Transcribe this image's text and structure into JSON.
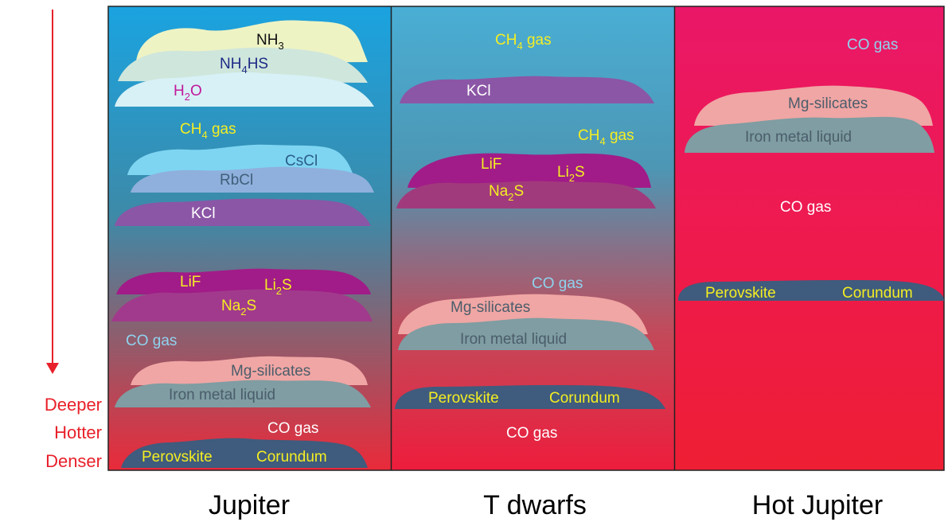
{
  "side": {
    "lines": [
      "Deeper",
      "Hotter",
      "Denser"
    ],
    "color": "#e8202a"
  },
  "columns": [
    {
      "name": "Jupiter",
      "layers": [
        {
          "id": "nh3",
          "color": "#eef3c4",
          "labels": [
            {
              "base": "NH",
              "sub": "3",
              "rest": "",
              "color": "#111111"
            }
          ]
        },
        {
          "id": "nh4hs",
          "color": "#cfe6dc",
          "labels": [
            {
              "base": "NH",
              "sub": "4",
              "rest": "HS",
              "color": "#1d2a86"
            }
          ]
        },
        {
          "id": "h2o",
          "color": "#d7f1f6",
          "labels": [
            {
              "base": "H",
              "sub": "2",
              "rest": "O",
              "color": "#c2189a"
            }
          ]
        },
        {
          "id": "ch4",
          "labels": [
            {
              "base": "CH",
              "sub": "4",
              "rest": " gas",
              "color": "#f4ee22"
            }
          ]
        },
        {
          "id": "cscl",
          "color": "#7ed5f2",
          "labels": [
            {
              "base": "CsCl",
              "sub": "",
              "rest": "",
              "color": "#2b5d8a"
            }
          ]
        },
        {
          "id": "rbcl",
          "color": "#8fb0dc",
          "labels": [
            {
              "base": "RbCl",
              "sub": "",
              "rest": "",
              "color": "#3f5f7a"
            }
          ]
        },
        {
          "id": "kcl",
          "color": "#8b56a6",
          "labels": [
            {
              "base": "KCl",
              "sub": "",
              "rest": "",
              "color": "#ffffff"
            }
          ]
        },
        {
          "id": "lif",
          "color": "#a11c88",
          "labels": [
            {
              "base": "LiF",
              "sub": "",
              "rest": "",
              "color": "#f4ee22"
            },
            {
              "base": "Li",
              "sub": "2",
              "rest": "S",
              "color": "#f4ee22"
            },
            {
              "base": "Na",
              "sub": "2",
              "rest": "S",
              "color": "#f4ee22"
            }
          ]
        },
        {
          "id": "co1",
          "labels": [
            {
              "base": "CO gas",
              "sub": "",
              "rest": "",
              "color": "#8fd3ee"
            }
          ]
        },
        {
          "id": "mgsil",
          "color": "#f0a6a4",
          "labels": [
            {
              "base": "Mg-silicates",
              "sub": "",
              "rest": "",
              "color": "#4b5d6b"
            }
          ]
        },
        {
          "id": "iron",
          "color": "#7f9da2",
          "labels": [
            {
              "base": "Iron metal liquid",
              "sub": "",
              "rest": "",
              "color": "#4b5d6b"
            }
          ]
        },
        {
          "id": "co2",
          "labels": [
            {
              "base": "CO gas",
              "sub": "",
              "rest": "",
              "color": "#ffffff"
            }
          ]
        },
        {
          "id": "perov",
          "color": "#3f5b7d",
          "labels": [
            {
              "base": "Perovskite",
              "sub": "",
              "rest": "",
              "color": "#f4ee22"
            },
            {
              "base": "Corundum",
              "sub": "",
              "rest": "",
              "color": "#f4ee22"
            }
          ]
        }
      ]
    },
    {
      "name": "T dwarfs",
      "layers": [
        {
          "id": "ch4a",
          "labels": [
            {
              "base": "CH",
              "sub": "4",
              "rest": " gas",
              "color": "#f4ee22"
            }
          ]
        },
        {
          "id": "kcl",
          "color": "#8b56a6",
          "labels": [
            {
              "base": "KCl",
              "sub": "",
              "rest": "",
              "color": "#ffffff"
            }
          ]
        },
        {
          "id": "ch4b",
          "labels": [
            {
              "base": "CH",
              "sub": "4",
              "rest": " gas",
              "color": "#f4ee22"
            }
          ]
        },
        {
          "id": "lif",
          "color": "#a11c88",
          "labels": [
            {
              "base": "LiF",
              "sub": "",
              "rest": "",
              "color": "#f4ee22"
            },
            {
              "base": "Li",
              "sub": "2",
              "rest": "S",
              "color": "#f4ee22"
            },
            {
              "base": "Na",
              "sub": "2",
              "rest": "S",
              "color": "#f4ee22"
            }
          ]
        },
        {
          "id": "co1",
          "labels": [
            {
              "base": "CO gas",
              "sub": "",
              "rest": "",
              "color": "#8fd3ee"
            }
          ]
        },
        {
          "id": "mgsil",
          "color": "#f0a6a4",
          "labels": [
            {
              "base": "Mg-silicates",
              "sub": "",
              "rest": "",
              "color": "#4b5d6b"
            }
          ]
        },
        {
          "id": "iron",
          "color": "#7f9da2",
          "labels": [
            {
              "base": "Iron metal liquid",
              "sub": "",
              "rest": "",
              "color": "#4b5d6b"
            }
          ]
        },
        {
          "id": "perov",
          "color": "#3f5b7d",
          "labels": [
            {
              "base": "Perovskite",
              "sub": "",
              "rest": "",
              "color": "#f4ee22"
            },
            {
              "base": "Corundum",
              "sub": "",
              "rest": "",
              "color": "#f4ee22"
            }
          ]
        },
        {
          "id": "co2",
          "labels": [
            {
              "base": "CO gas",
              "sub": "",
              "rest": "",
              "color": "#ffffff"
            }
          ]
        }
      ]
    },
    {
      "name": "Hot Jupiter",
      "layers": [
        {
          "id": "co1",
          "labels": [
            {
              "base": "CO gas",
              "sub": "",
              "rest": "",
              "color": "#8fd3ee"
            }
          ]
        },
        {
          "id": "mgsil",
          "color": "#f0a6a4",
          "labels": [
            {
              "base": "Mg-silicates",
              "sub": "",
              "rest": "",
              "color": "#4b5d6b"
            }
          ]
        },
        {
          "id": "iron",
          "color": "#7f9da2",
          "labels": [
            {
              "base": "Iron metal liquid",
              "sub": "",
              "rest": "",
              "color": "#4b5d6b"
            }
          ]
        },
        {
          "id": "co2",
          "labels": [
            {
              "base": "CO gas",
              "sub": "",
              "rest": "",
              "color": "#ffffff"
            }
          ]
        },
        {
          "id": "perov",
          "color": "#3f5b7d",
          "labels": [
            {
              "base": "Perovskite",
              "sub": "",
              "rest": "",
              "color": "#f4ee22"
            },
            {
              "base": "Corundum",
              "sub": "",
              "rest": "",
              "color": "#f4ee22"
            }
          ]
        }
      ]
    }
  ]
}
